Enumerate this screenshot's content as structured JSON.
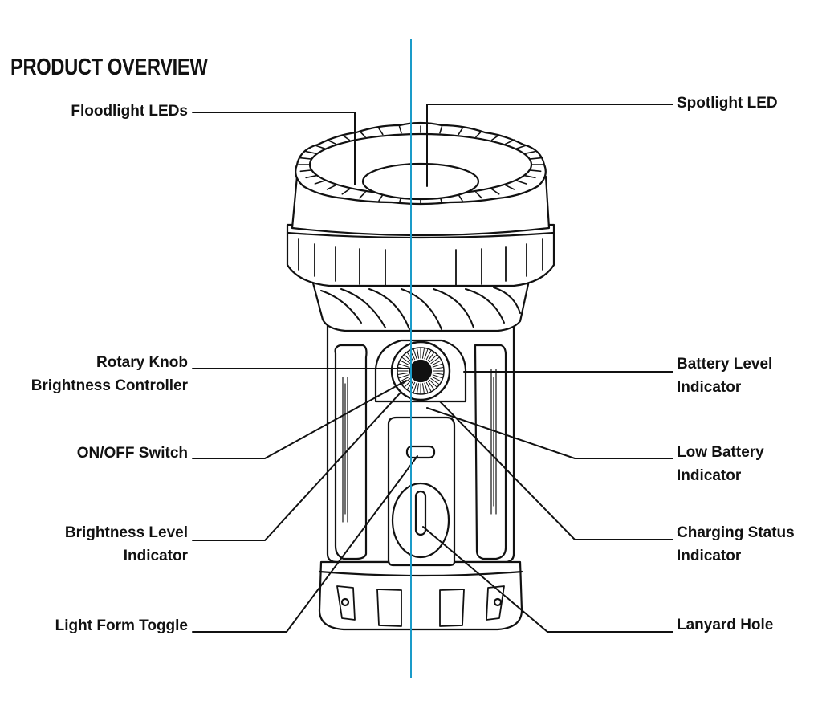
{
  "title": "PRODUCT OVERVIEW",
  "colors": {
    "ink": "#111111",
    "axis": "#1a9bc9",
    "background": "#ffffff",
    "body_fill": "#ffffff"
  },
  "labels": {
    "floodlight_leds": [
      "Floodlight LEDs"
    ],
    "spotlight_led": [
      "Spotlight LED"
    ],
    "rotary_knob": [
      "Rotary Knob",
      "Brightness Controller"
    ],
    "battery_level": [
      "Battery Level",
      "Indicator"
    ],
    "on_off_switch": [
      "ON/OFF Switch"
    ],
    "low_battery": [
      "Low Battery",
      "Indicator"
    ],
    "brightness_level": [
      "Brightness Level",
      "Indicator"
    ],
    "charging_status": [
      "Charging Status",
      "Indicator"
    ],
    "light_form_toggle": [
      "Light Form Toggle"
    ],
    "lanyard_hole": [
      "Lanyard Hole"
    ]
  }
}
